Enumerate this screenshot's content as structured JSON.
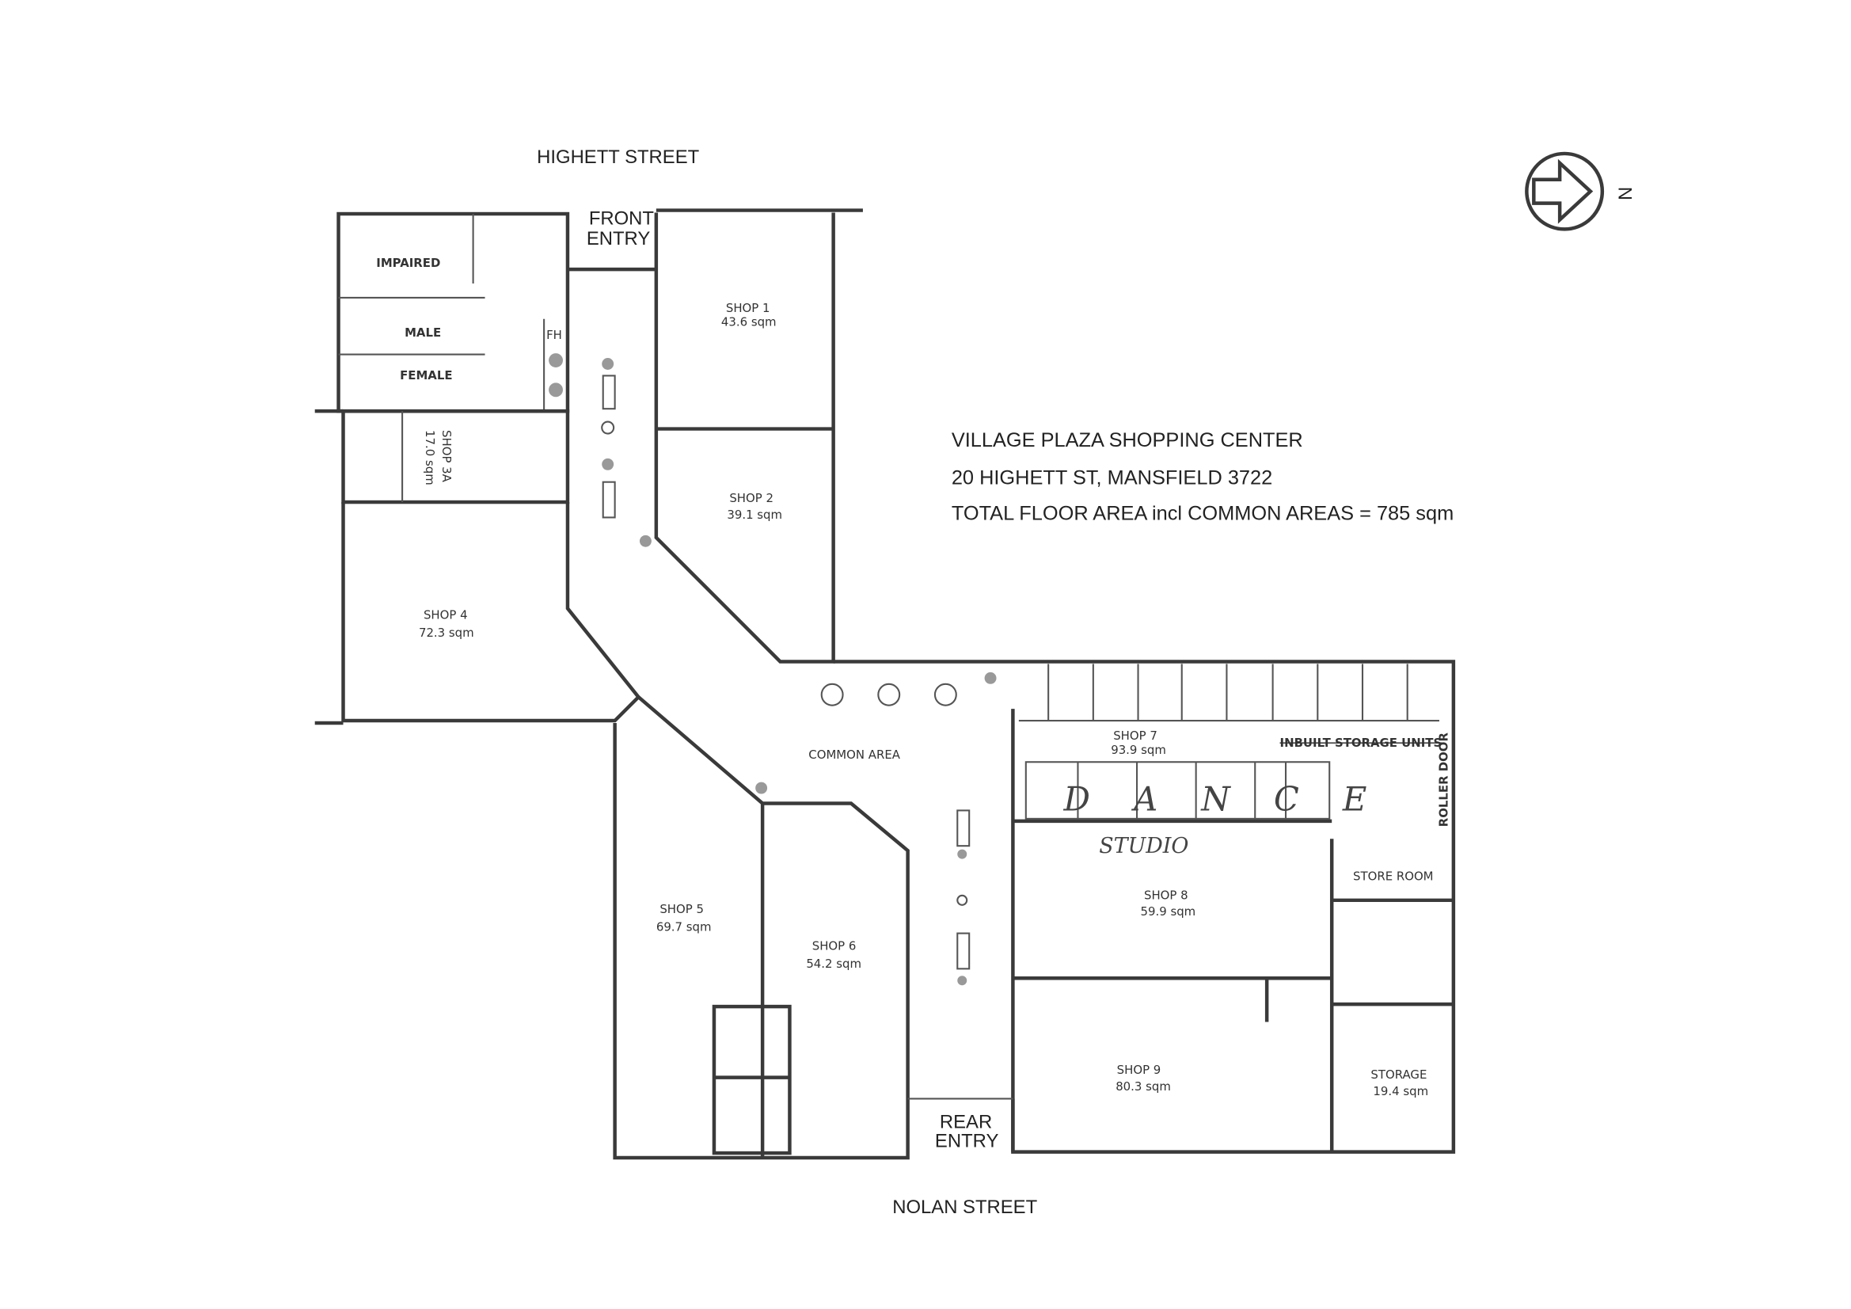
{
  "streets": {
    "top": "HIGHETT STREET",
    "bottom": "NOLAN STREET"
  },
  "title": {
    "name": "VILLAGE PLAZA SHOPPING CENTER",
    "address": "20 HIGHETT ST, MANSFIELD 3722",
    "area": "TOTAL FLOOR AREA  incl COMMON AREAS = 785 sqm"
  },
  "compass": {
    "label": "N"
  },
  "entries": {
    "front_1": "FRONT",
    "front_2": "ENTRY",
    "rear_1": "REAR",
    "rear_2": "ENTRY"
  },
  "toilets": {
    "impaired": "IMPAIRED",
    "male": "MALE",
    "female": "FEMALE",
    "fh": "FH"
  },
  "common_area": "COMMON AREA",
  "shops": [
    {
      "label": "SHOP 1",
      "area": "43.6 sqm"
    },
    {
      "label": "SHOP 2",
      "area": "39.1 sqm"
    },
    {
      "label": "SHOP 3A",
      "area": "17.0 sqm"
    },
    {
      "label": "SHOP 4",
      "area": "72.3 sqm"
    },
    {
      "label": "SHOP 5",
      "area": "69.7 sqm"
    },
    {
      "label": "SHOP 6",
      "area": "54.2 sqm"
    },
    {
      "label": "SHOP 7",
      "area": "93.9 sqm"
    },
    {
      "label": "SHOP 8",
      "area": "59.9 sqm"
    },
    {
      "label": "SHOP 9",
      "area": "80.3 sqm"
    }
  ],
  "storage": {
    "label": "STORAGE",
    "area": "19.4 sqm"
  },
  "store_room": "STORE ROOM",
  "inbuilt_storage": "INBUILT STORAGE UNITS",
  "roller_door": "ROLLER DOOR",
  "handwritten": {
    "dance": "D A N C E",
    "studio": "STUDIO"
  }
}
